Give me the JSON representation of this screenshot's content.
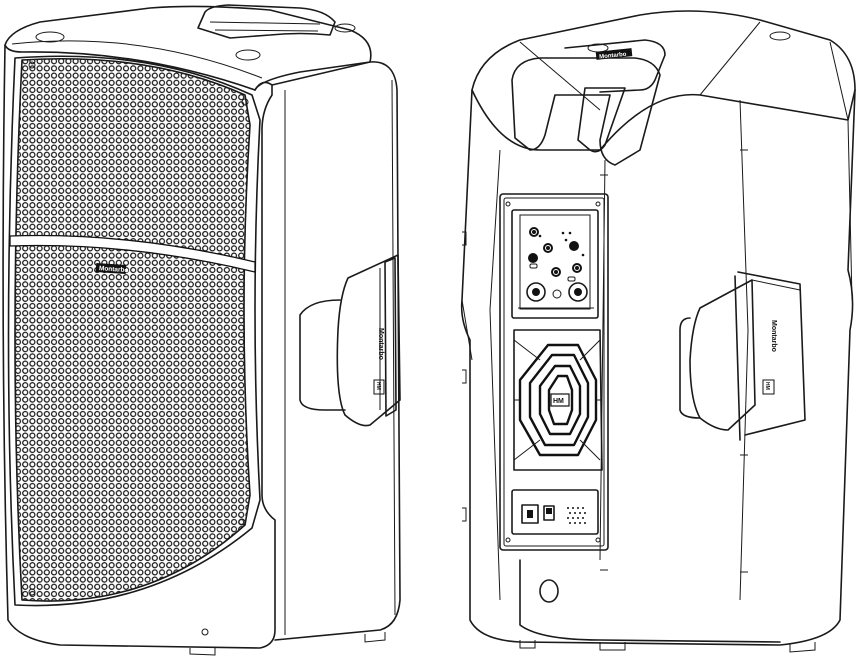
{
  "scene": {
    "description_views": [
      "front-view",
      "rear-view"
    ],
    "line_color": "#1a1a1a",
    "background": "#ffffff"
  },
  "front_speaker": {
    "grille_logo_text": "Montarbo"
  },
  "rear_speaker": {
    "handle_logo_text": "Montarbo",
    "handle_badge_text": "HM",
    "amp_badge_text": "HM"
  },
  "side_handle_left": {
    "logo_text": "Montarbo",
    "badge_text": "HM"
  }
}
